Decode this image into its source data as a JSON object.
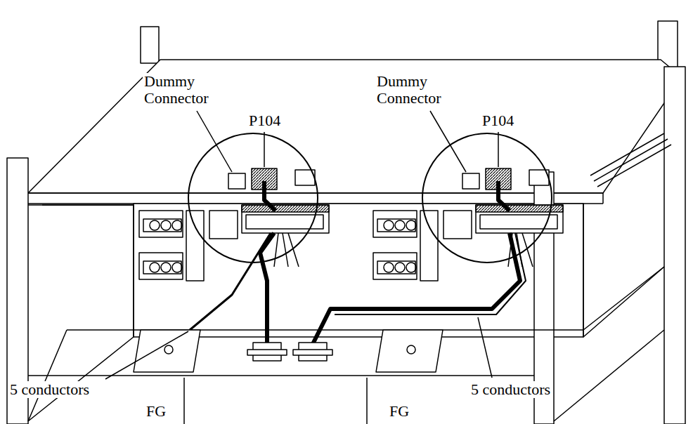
{
  "diagram": {
    "labels": [
      "Dummy Connector",
      "Dummy Connector",
      "P104",
      "P104",
      "5 conductors",
      "5 conductors",
      "FG",
      "FG"
    ]
  }
}
